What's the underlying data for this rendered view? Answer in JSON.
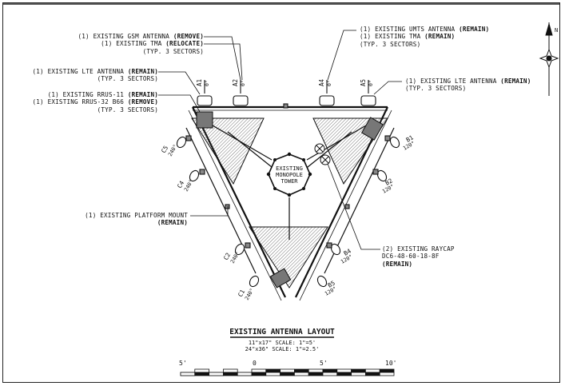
{
  "labels": {
    "gsm": [
      "(1) EXISTING GSM ANTENNA ",
      "(REMOVE)",
      "(1) EXISTING TMA ",
      "(RELOCATE)",
      "(TYP. 3 SECTORS)"
    ],
    "lte_left": [
      "(1) EXISTING LTE ANTENNA ",
      "(REMAIN)",
      "(TYP. 3 SECTORS)"
    ],
    "rrus": [
      "(1) EXISTING RRUS-11 ",
      "(REMAIN)",
      "(1) EXISTING RRUS-32 B66 ",
      "(REMOVE)",
      "(TYP. 3 SECTORS)"
    ],
    "umts": [
      "(1) EXISTING UMTS ANTENNA ",
      "(REMAIN)",
      "(1) EXISTING TMA ",
      "(REMAIN)",
      "(TYP. 3 SECTORS)"
    ],
    "lte_right": [
      "(1) EXISTING LTE ANTENNA ",
      "(REMAIN)",
      "(TYP. 3 SECTORS)"
    ],
    "platform": [
      "(1) EXISTING PLATFORM MOUNT",
      "(REMAIN)"
    ],
    "raycap": [
      "(2) EXISTING RAYCAP",
      "DC6-48-60-18-8F",
      "(REMAIN)"
    ]
  },
  "tower_label": [
    "EXISTING",
    "MONOPOLE",
    "TOWER"
  ],
  "antennas": [
    {
      "id": "A1",
      "az": "0°"
    },
    {
      "id": "A2",
      "az": "0°"
    },
    {
      "id": "A4",
      "az": "0°"
    },
    {
      "id": "A5",
      "az": "0°"
    },
    {
      "id": "B1",
      "az": "120°"
    },
    {
      "id": "B2",
      "az": "120°"
    },
    {
      "id": "B4",
      "az": "120°"
    },
    {
      "id": "B5",
      "az": "120°"
    },
    {
      "id": "C5",
      "az": "240°"
    },
    {
      "id": "C4",
      "az": "240°"
    },
    {
      "id": "C2",
      "az": "240°"
    },
    {
      "id": "C1",
      "az": "240°"
    }
  ],
  "title_block": {
    "title": "EXISTING ANTENNA LAYOUT",
    "scale_1": "11\"x17\" SCALE: 1\"=5'",
    "scale_2": "24\"x36\" SCALE: 1\"=2.5'"
  },
  "scale_bar": [
    "5'",
    "0",
    "5'",
    "10'"
  ],
  "north_arrow": "N",
  "colors": {
    "ink": "#111111",
    "hatch": "#444444",
    "paper": "#ffffff"
  }
}
